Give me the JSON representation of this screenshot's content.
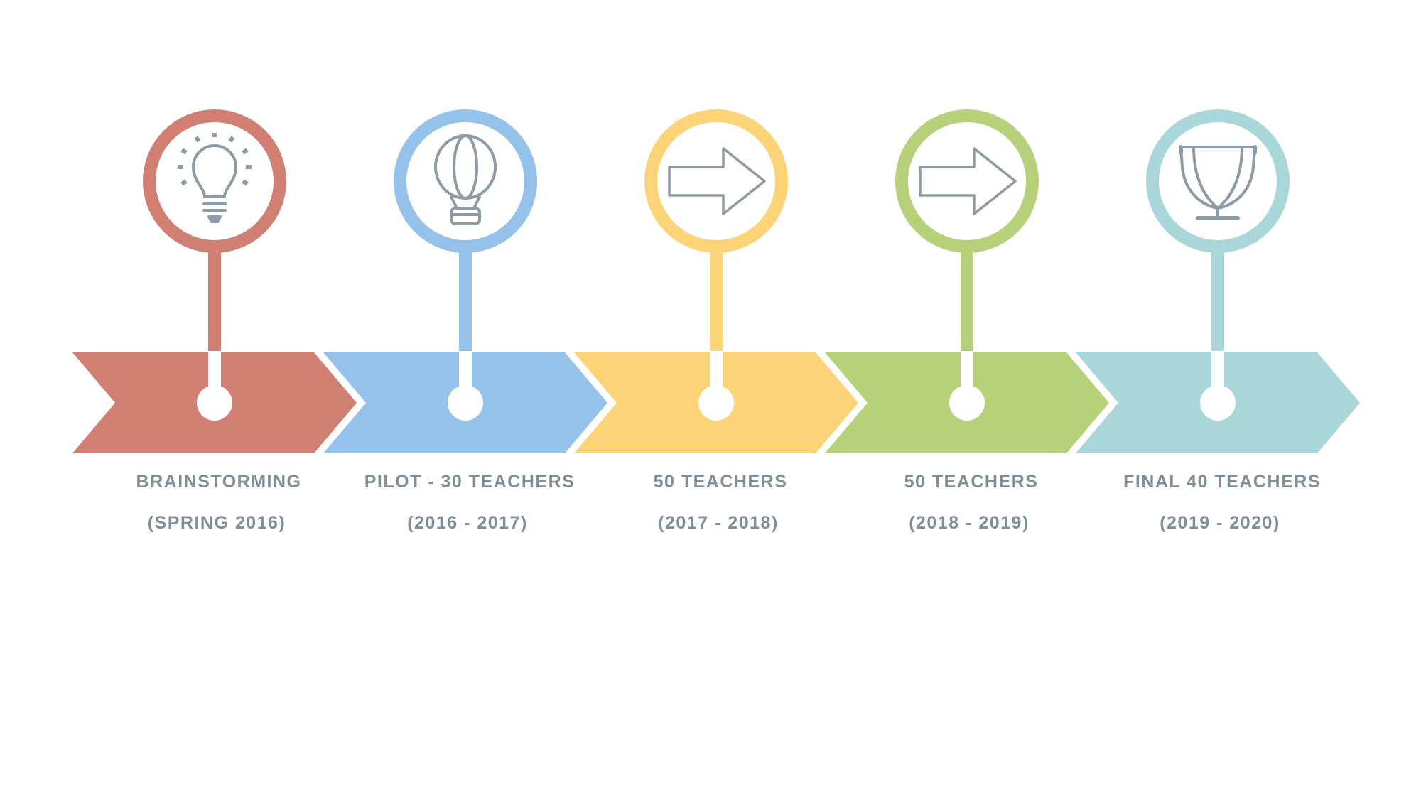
{
  "timeline": {
    "icon_color": "#8c9ba5",
    "stages": [
      {
        "title": "BRAINSTORMING",
        "date": "(SPRING 2016)",
        "color": "#d17f72",
        "icon": "lightbulb-icon"
      },
      {
        "title": "PILOT - 30 TEACHERS",
        "date": "(2016 - 2017)",
        "color": "#95c2ea",
        "icon": "hot-air-balloon-icon"
      },
      {
        "title": "50 TEACHERS",
        "date": "(2017 - 2018)",
        "color": "#fdd377",
        "icon": "arrow-right-icon"
      },
      {
        "title": "50 TEACHERS",
        "date": "(2018 - 2019)",
        "color": "#b7d17a",
        "icon": "arrow-right-icon"
      },
      {
        "title": "FINAL 40 TEACHERS",
        "date": "(2019 - 2020)",
        "color": "#a9d6d8",
        "icon": "trophy-icon"
      }
    ]
  }
}
